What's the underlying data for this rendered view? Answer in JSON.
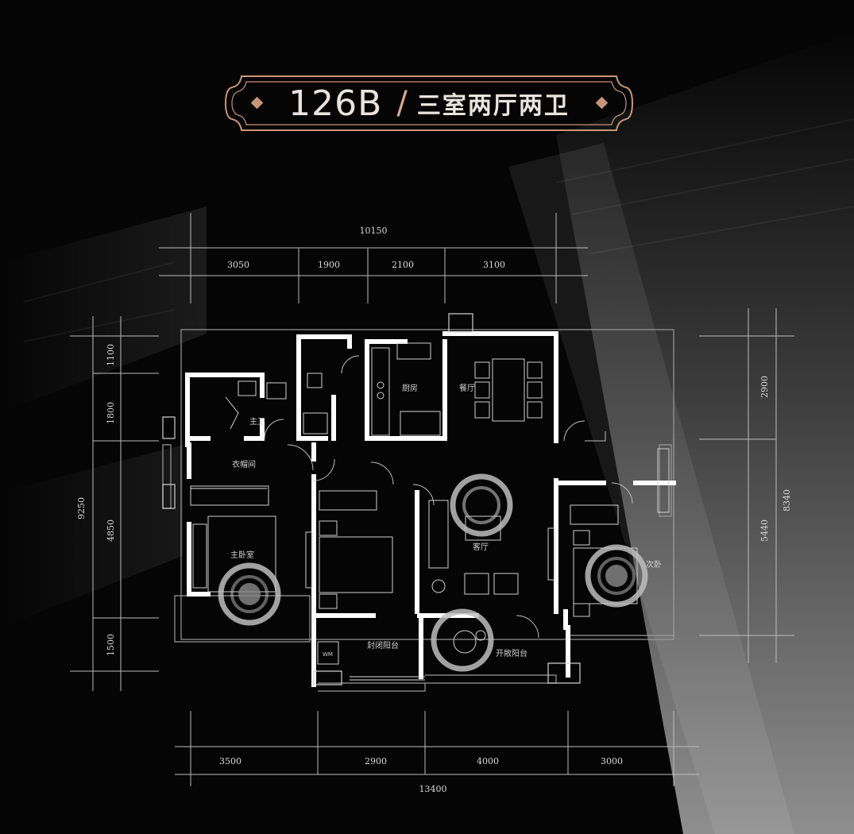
{
  "title": {
    "model": "126B",
    "separator": "/",
    "layout": "三室两厅两卫"
  },
  "colors": {
    "background": "#050505",
    "badge_border": "#c99578",
    "text": "#e9e4de",
    "wall": "#ffffff",
    "line": "#bcbcbc"
  },
  "dimensions": {
    "top_total": "10150",
    "top": [
      "3050",
      "1900",
      "2100",
      "3100"
    ],
    "bottom_total": "13400",
    "bottom": [
      "3500",
      "2900",
      "4000",
      "3000"
    ],
    "left_total": "9250",
    "left": [
      "1100",
      "1800",
      "4850",
      "1500"
    ],
    "right_total": "8340",
    "right": [
      "2900",
      "5440"
    ]
  },
  "rooms": {
    "master_bath": "主卫",
    "cloakroom": "衣帽间",
    "kitchen": "厨房",
    "dining": "餐厅",
    "master_bedroom": "主卧室",
    "living": "客厅",
    "second_bedroom": "次卧",
    "laundry_balcony": "封闭阳台",
    "open_balcony": "开敞阳台",
    "washer": "WM"
  }
}
